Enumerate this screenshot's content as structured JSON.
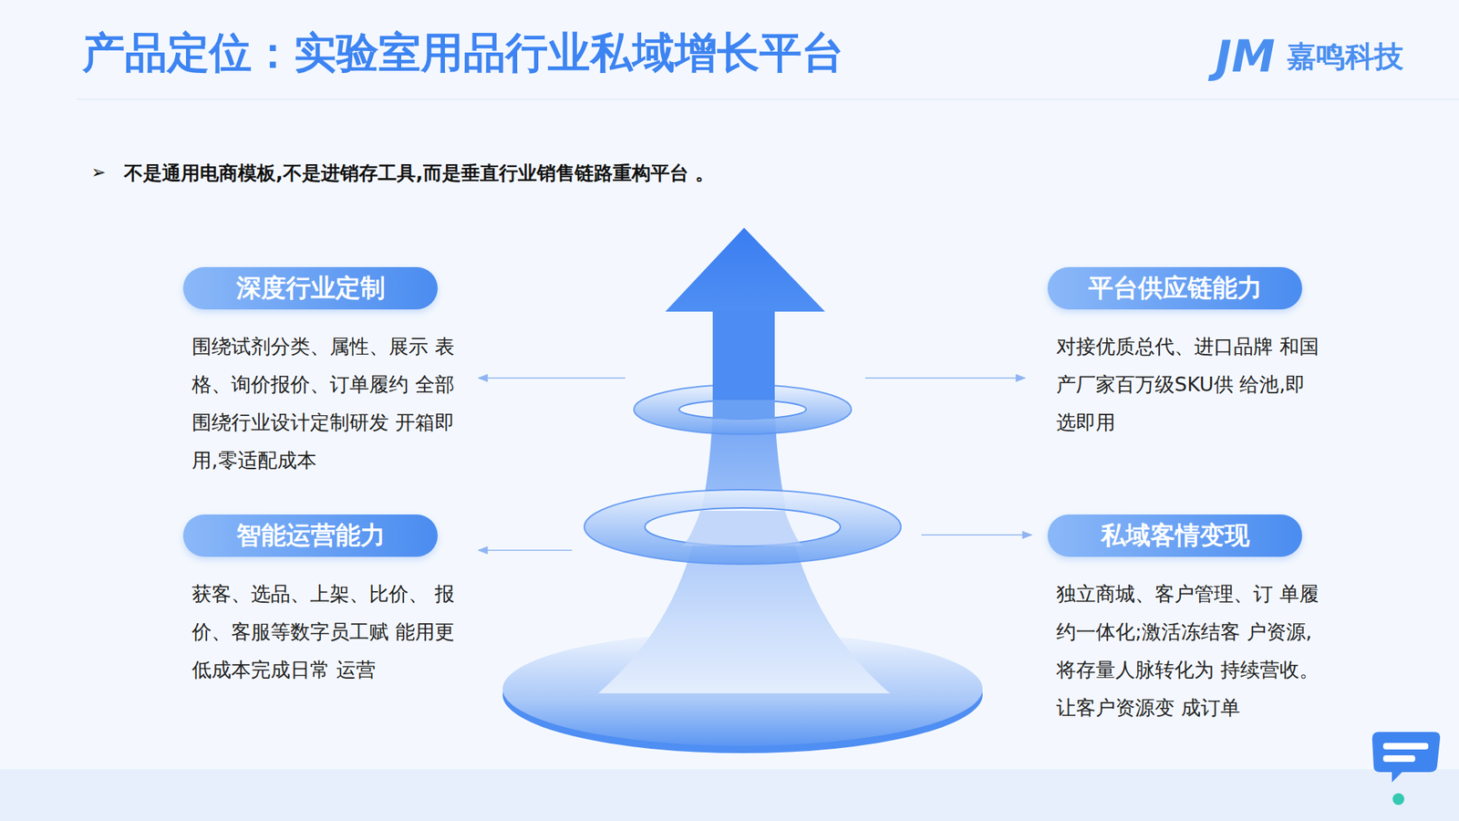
{
  "diagram": {
    "title": "产品定位：实验室用品行业私域增长平台",
    "nodes": [
      {
        "text": [
          "深度行业定制",
          "围绕试剂分类、属性、展示 表格、询价报价、订单履约 全部围绕行业设计定制研发 开箱即用,零适配成本"
        ]
      },
      {
        "text": [
          "平台供应链能力",
          "对接优质总代、进口品牌 和国产厂家百万级SKU供 给池,即选即用"
        ]
      },
      {
        "text": [
          "智能运营能力",
          "获客、选品、上架、比价、 报价、客服等数字员工赋 能用更低成本完成日常 运营"
        ]
      },
      {
        "text": [
          "私域客情变现",
          "独立商城、客户管理、订 单履约一体化;激活冻结客 户资源,将存量人脉转化为 持续营收。让客户资源变 成订单"
        ]
      }
    ],
    "labels": [
      "JM",
      "嘉鸣科技",
      "➢",
      "不是通用电商模板,不是进销存工具,而是垂直行业销售链路重构平台 。"
    ]
  }
}
